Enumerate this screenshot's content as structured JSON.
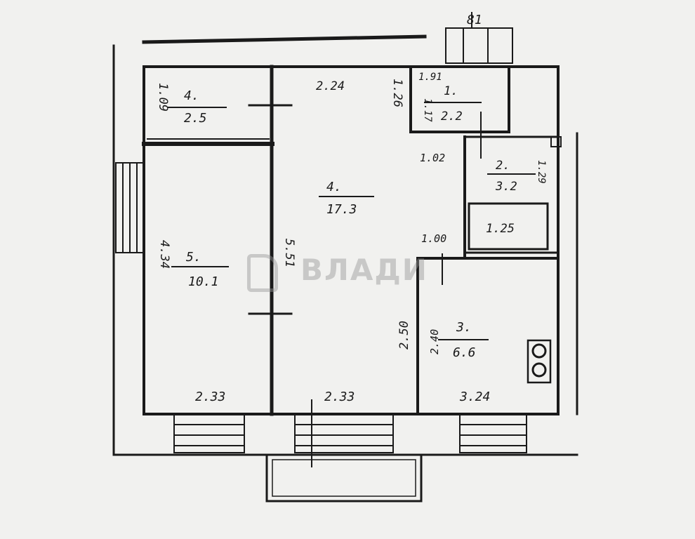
{
  "rooms": [
    {
      "number": "4.",
      "area": "2.5"
    },
    {
      "number": "4.",
      "area": "17.3"
    },
    {
      "number": "5.",
      "area": "10.1"
    },
    {
      "number": "1.",
      "area": "2.2"
    },
    {
      "number": "2.",
      "area": "3.2"
    },
    {
      "number": "3.",
      "area": "6.6"
    }
  ],
  "dimensions": {
    "top_81": "81",
    "top_224": "2.24",
    "left_109": "1.09",
    "mid_126": "1.26",
    "bath_191": "1.91",
    "bath_117": "1.17",
    "door_102": "1.02",
    "wc_125": "1.25",
    "wc_129": "1.29",
    "kitchen_100": "1.00",
    "left_434": "4.34",
    "partition_551": "5.51",
    "kitchen_250": "2.50",
    "kitchen_240": "2.40",
    "bottom_233a": "2.33",
    "bottom_233b": "2.33",
    "bottom_324": "3.24"
  },
  "watermark": "ВЛАДИ"
}
